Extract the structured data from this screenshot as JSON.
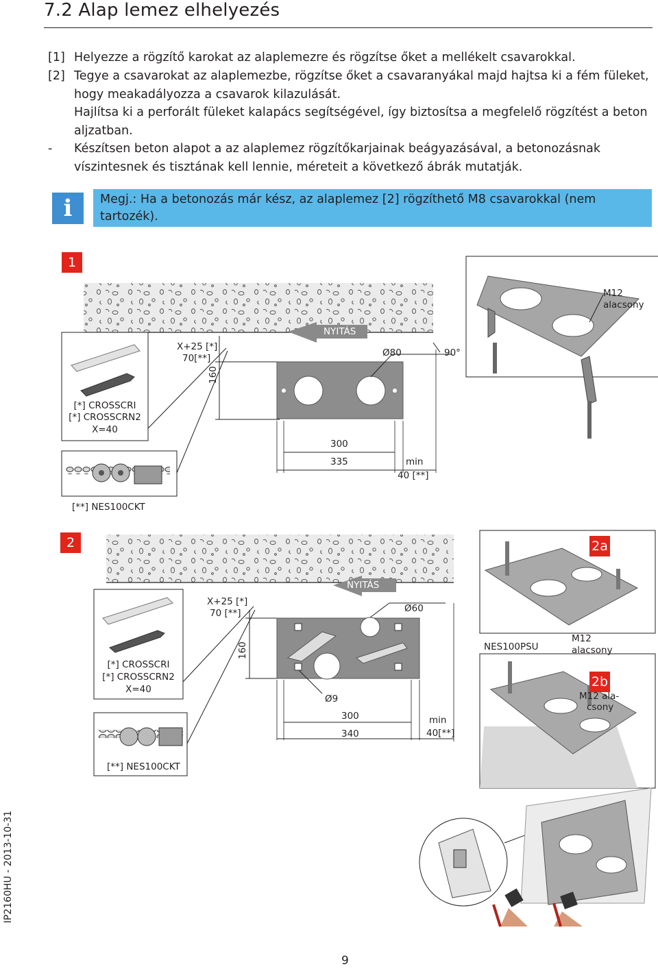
{
  "section_title": "7.2  Alap lemez elhelyezés",
  "steps": [
    {
      "num": "[1]",
      "text": "Helyezze a rögzítő karokat az alaplemezre és rögzítse őket a mellékelt csavarokkal."
    },
    {
      "num": "[2]",
      "text": "Tegye a csavarokat az alaplemezbe, rögzítse őket a csavaranyákal majd hajtsa ki a fém füleket, hogy meakadályozza a csavarok kilazulását."
    },
    {
      "num": "",
      "text": "Hajlítsa ki a perforált füleket kalapács segítségével, így biztosítsa a megfelelő rögzítést a beton aljzatban."
    },
    {
      "num": "-",
      "text": "Készítsen beton alapot a az alaplemez rögzítőkarjainak beágyazásával, a betonozásnak víszintesnek és tisztának kell lennie, méreteit a következő ábrák mutatják."
    }
  ],
  "info": {
    "icon": "info-icon",
    "text": "Megj.: Ha a betonozás már kész, az alaplemez [2] rögzíthető M8 csavarokkal (nem tartozék)."
  },
  "figure1": {
    "badge": "1",
    "nyitas": "NYITÁS",
    "dim_x": "X+25 [*]",
    "dim_x2": "70[**]",
    "dim_160": "160",
    "dia": "Ø80",
    "angle": "90°",
    "dim_300": "300",
    "dim_335": "335",
    "min": "min",
    "min_val": "40 [**]",
    "rack_label_1": "[*] CROSSCRI",
    "rack_label_2": "[*] CROSSCRN2",
    "rack_label_3": "X=40",
    "chain_label": "[**] NES100CKT",
    "m12": "M12",
    "m12_sub": "alacsony"
  },
  "figure2": {
    "badge": "2",
    "badge_2a": "2a",
    "badge_2b": "2b",
    "nyitas": "NYITÁS",
    "dim_x": "X+25 [*]",
    "dim_x2": "70 [**]",
    "dim_160": "160",
    "dia60": "Ø60",
    "dia9": "Ø9",
    "dim_300": "300",
    "dim_340": "340",
    "min": "min",
    "min_val": "40[**]",
    "psu": "NES100PSU",
    "m12": "M12",
    "m12_sub": "alacsony",
    "m12b_1": "M12 ala-",
    "m12b_2": "csony",
    "rack_label_1": "[*] CROSSCRI",
    "rack_label_2": "[*] CROSSCRN2",
    "rack_label_3": "X=40",
    "chain_label": "[**] NES100CKT"
  },
  "sidebar": "IP2160HU - 2013-10-31",
  "page_number": "9",
  "colors": {
    "accent_red": "#e2241b",
    "info_blue": "#5ab8e8",
    "icon_blue": "#3d8fd1",
    "plate_grey": "#8d8d8d"
  }
}
